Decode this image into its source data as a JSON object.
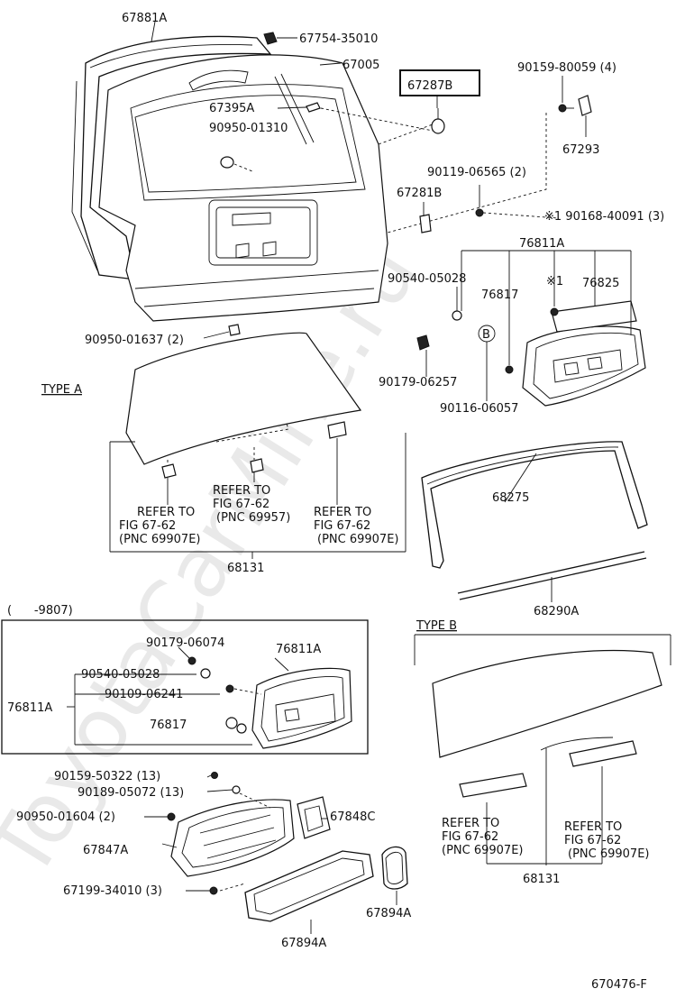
{
  "watermark": "ToyotaCarMine.ru",
  "figure_code": "670476-F",
  "highlighted_part": "67287B",
  "labels": {
    "p67881A": "67881A",
    "p67754_35010": "67754-35010",
    "p67005": "67005",
    "p67395A": "67395A",
    "p90950_01310": "90950-01310",
    "p90159_80059": "90159-80059 (4)",
    "p67293": "67293",
    "p90119_06565": "90119-06565 (2)",
    "p67281B": "67281B",
    "p90168_40091": "※1 90168-40091 (3)",
    "p76811A_top": "76811A",
    "p90540_05028_top": "90540-05028",
    "p76817_top": "76817",
    "mark1": "※1",
    "p76825": "76825",
    "p90950_01637": "90950-01637 (2)",
    "markB": "B",
    "p90179_06257": "90179-06257",
    "p90116_06057": "90116-06057",
    "type_a": "TYPE A",
    "p68275": "68275",
    "refA1_1": "REFER TO",
    "refA1_2": "FIG 67-62",
    "refA1_3": "(PNC 69907E)",
    "refA2_1": "REFER TO",
    "refA2_2": "FIG 67-62",
    "refA2_3": "(PNC 69957)",
    "refA3_1": "REFER TO",
    "refA3_2": "FIG 67-62",
    "refA3_3": "(PNC 69907E)",
    "p68131_a": "68131",
    "p68290A": "68290A",
    "range": "(      -9807)",
    "type_b": "TYPE B",
    "p90179_06074": "90179-06074",
    "p76811A_box": "76811A",
    "p90540_05028_box": "90540-05028",
    "p90109_06241": "90109-06241",
    "p76811A_left": "76811A",
    "p76817_box": "76817",
    "p90159_50322": "90159-50322 (13)",
    "p90189_05072": "90189-05072 (13)",
    "p90950_01604": "90950-01604 (2)",
    "p67848C": "67848C",
    "p67847A": "67847A",
    "p67199_34010": "67199-34010 (3)",
    "p67894A_r": "67894A",
    "p67894A_b": "67894A",
    "refB1_1": "REFER TO",
    "refB1_2": "FIG 67-62",
    "refB1_3": "(PNC 69907E)",
    "refB2_1": "REFER TO",
    "refB2_2": "FIG 67-62",
    "refB2_3": "(PNC 69907E)",
    "p68131_b": "68131"
  }
}
